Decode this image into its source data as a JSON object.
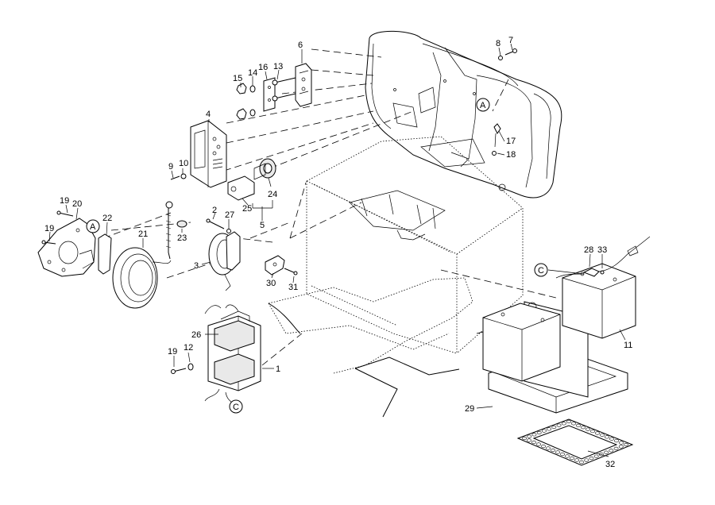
{
  "callouts": [
    {
      "id": "c1",
      "text": "1"
    },
    {
      "id": "c2",
      "text": "2"
    },
    {
      "id": "c3",
      "text": "3"
    },
    {
      "id": "c4",
      "text": "4"
    },
    {
      "id": "c5",
      "text": "5"
    },
    {
      "id": "c6",
      "text": "6"
    },
    {
      "id": "c7",
      "text": "7"
    },
    {
      "id": "c8",
      "text": "8"
    },
    {
      "id": "c9",
      "text": "9"
    },
    {
      "id": "c10",
      "text": "10"
    },
    {
      "id": "c11",
      "text": "11"
    },
    {
      "id": "c12",
      "text": "12"
    },
    {
      "id": "c13",
      "text": "13"
    },
    {
      "id": "c14",
      "text": "14"
    },
    {
      "id": "c15",
      "text": "15"
    },
    {
      "id": "c16",
      "text": "16"
    },
    {
      "id": "c17",
      "text": "17"
    },
    {
      "id": "c18",
      "text": "18"
    },
    {
      "id": "c19a",
      "text": "19"
    },
    {
      "id": "c19b",
      "text": "19"
    },
    {
      "id": "c19c",
      "text": "19"
    },
    {
      "id": "c20",
      "text": "20"
    },
    {
      "id": "c21",
      "text": "21"
    },
    {
      "id": "c22",
      "text": "22"
    },
    {
      "id": "c23",
      "text": "23"
    },
    {
      "id": "c24",
      "text": "24"
    },
    {
      "id": "c25",
      "text": "25"
    },
    {
      "id": "c26",
      "text": "26"
    },
    {
      "id": "c27",
      "text": "27"
    },
    {
      "id": "c28",
      "text": "28"
    },
    {
      "id": "c29",
      "text": "29"
    },
    {
      "id": "c30",
      "text": "30"
    },
    {
      "id": "c31",
      "text": "31"
    },
    {
      "id": "c32",
      "text": "32"
    },
    {
      "id": "c33",
      "text": "33"
    }
  ],
  "connectors": [
    {
      "id": "A1",
      "letter": "A"
    },
    {
      "id": "A2",
      "letter": "A"
    },
    {
      "id": "C1",
      "letter": "C"
    },
    {
      "id": "C2",
      "letter": "C"
    }
  ]
}
